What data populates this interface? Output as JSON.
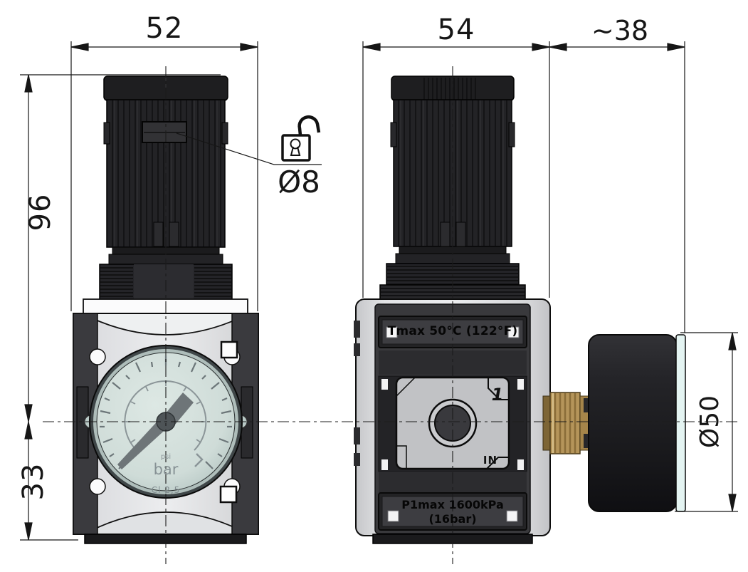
{
  "dimensions": {
    "front_width": "52",
    "front_height_upper": "96",
    "front_height_lower": "33",
    "side_width": "54",
    "gauge_depth": "~38",
    "gauge_diameter": "Ø50",
    "knob_hole_diameter": "Ø8"
  },
  "gauge_dial": {
    "unit_secondary": "psi",
    "unit_primary": "bar",
    "accuracy_class": "Cl 2,5"
  },
  "side_view": {
    "temp_label": "Tmax 50°C (122°F)",
    "pressure_label_line1": "P1max 1600kPa",
    "pressure_label_line2": "(16bar)",
    "port_number": "1",
    "port_label": "IN"
  },
  "icons": {
    "unlock_icon": "open-padlock"
  },
  "colors": {
    "line": "#161616",
    "knob_black": "#232326",
    "body_gray": "#d9dadc",
    "panel_dark": "#39393c",
    "gauge_face": "#cfdcd8",
    "glass_edge": "#e4f4f2",
    "brass": "#b5955a"
  }
}
